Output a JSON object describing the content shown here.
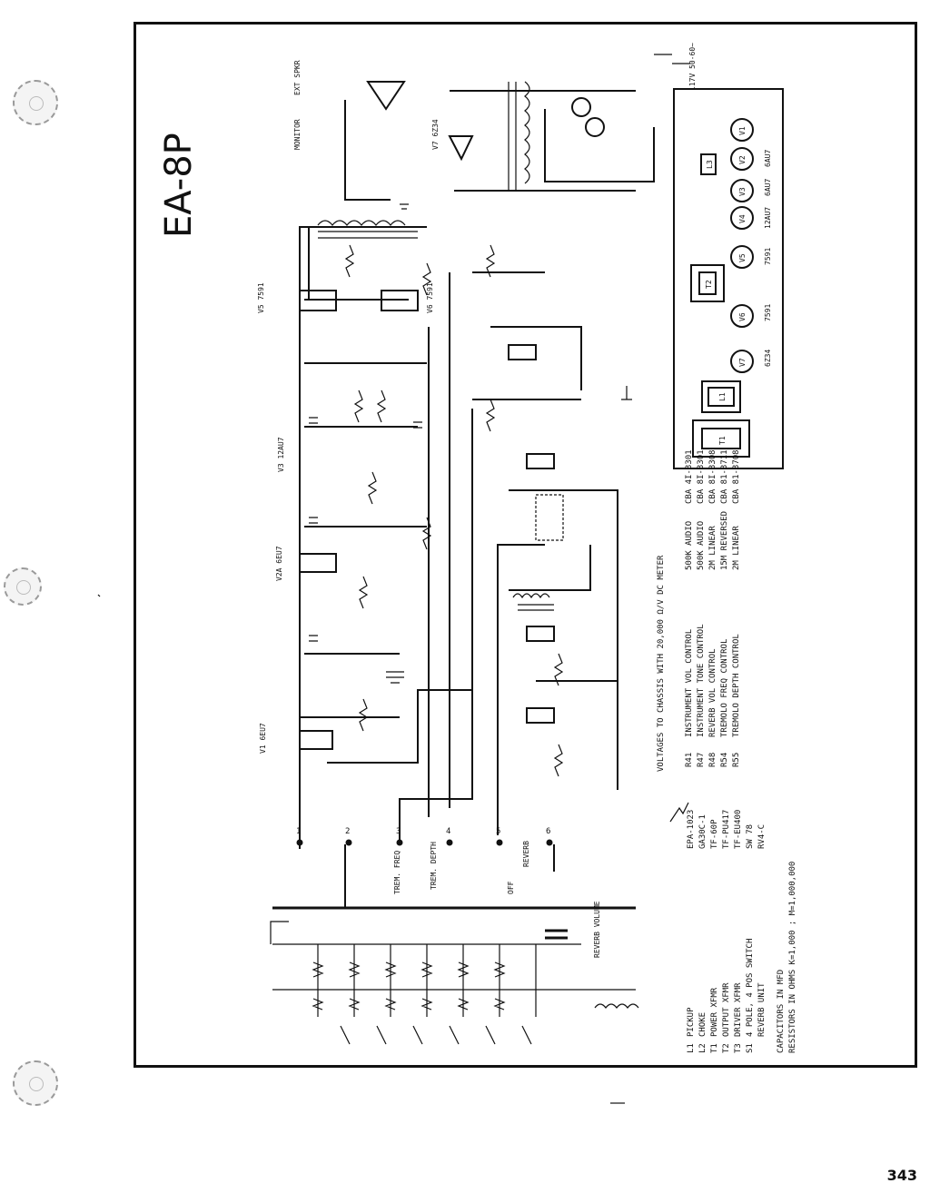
{
  "title": "EA-8P",
  "page_number": "343",
  "voltage_note": "VOLTAGES TO CHASSIS WITH 20,000 Ω/V DC METER",
  "units_note": [
    "CAPACITORS IN MFD",
    "RESISTORS IN OHMS    K=1,000 ; M=1,000,000"
  ],
  "parts_legend": [
    {
      "ref": "L1",
      "desc": "PICKUP",
      "part": ""
    },
    {
      "ref": "L2",
      "desc": "CHOKE",
      "part": "EPA-1023"
    },
    {
      "ref": "T1",
      "desc": "POWER XFMR",
      "part": "GA30C-1"
    },
    {
      "ref": "T2",
      "desc": "OUTPUT XFMR",
      "part": "TF-60P"
    },
    {
      "ref": "T3",
      "desc": "DRIVER XFMR",
      "part": "TF-PU417"
    },
    {
      "ref": "S1",
      "desc": "4 POLE, 4 POS SWITCH",
      "part": "TF-EU400"
    },
    {
      "ref": "",
      "desc": "REVERB UNIT",
      "part": "SW 78"
    },
    {
      "ref": "",
      "desc": "",
      "part": "RV4-C"
    }
  ],
  "controls_legend": [
    {
      "ref": "R41",
      "desc": "INSTRUMENT VOL CONTROL",
      "value": "500K AUDIO",
      "part": "CBA 4I-3301"
    },
    {
      "ref": "R47",
      "desc": "INSTRUMENT TONE CONTROL",
      "value": "500K AUDIO",
      "part": "CBA 8I-3301"
    },
    {
      "ref": "R48",
      "desc": "REVERB VOL CONTROL",
      "value": "2M LINEAR",
      "part": "CBA 8I-3308"
    },
    {
      "ref": "R54",
      "desc": "TREMOLO FREQ CONTROL",
      "value": "15M REVERSED",
      "part": "CBA 81-3711"
    },
    {
      "ref": "R55",
      "desc": "TREMOLO DEPTH CONTROL",
      "value": "2M LINEAR",
      "part": "CBA 81-3708"
    }
  ],
  "tube_layout": {
    "labels": [
      "T1",
      "L1",
      "V7",
      "V6",
      "T2",
      "V5",
      "V4",
      "V3",
      "V2",
      "V1",
      "L3"
    ],
    "tube_types": [
      "6Z34",
      "7591",
      "7591",
      "12AU7",
      "6AU7",
      "6AU7"
    ]
  },
  "connectors": [
    "1",
    "2",
    "3",
    "4",
    "5",
    "6"
  ],
  "jacks": [
    {
      "label": "MONITOR"
    },
    {
      "label": "EXT SPKR"
    }
  ],
  "tube_labels": [
    {
      "label": "V1 6EU7"
    },
    {
      "label": "V2A 6EU7"
    },
    {
      "label": "V3 12AU7"
    },
    {
      "label": "V5 7591"
    },
    {
      "label": "V7 6Z34"
    },
    {
      "label": "V6 7591"
    }
  ],
  "annotations": [
    "REVERB",
    "OFF",
    "TREM. FREQ",
    "TREM. DEPTH",
    "REVERB VOLUME",
    "117V 50-60~"
  ]
}
